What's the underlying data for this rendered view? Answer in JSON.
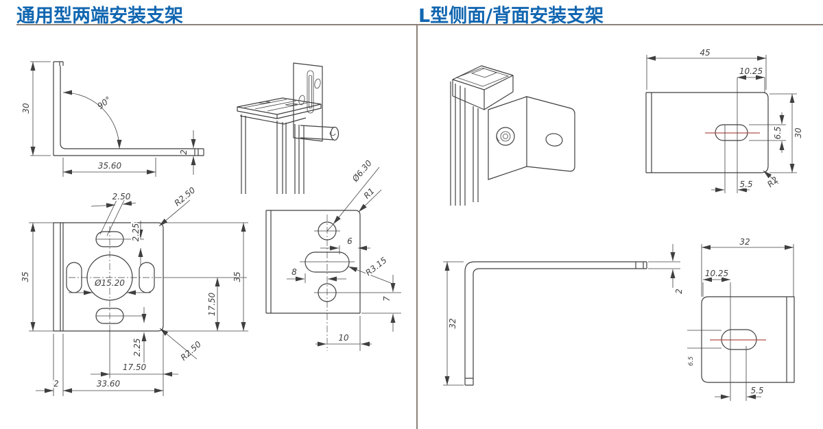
{
  "sections": {
    "left": {
      "title": "通用型两端安装支架"
    },
    "right": {
      "title": "L型侧面/背面安装支架"
    }
  },
  "colors": {
    "title_blue": "#1166b0",
    "divider_gray": "#8a8178",
    "line_dark": "#3f3f3f",
    "centerline_red": "#b4504a"
  },
  "drawings": {
    "end_side_view": {
      "height": "30",
      "angle": "90°",
      "width": "35.60",
      "thickness": "2"
    },
    "end_front_view": {
      "slot_width": "2.50",
      "top_corner_radius": "R2.50",
      "top_offset": "2.25",
      "left_height": "35",
      "center_hole_dia": "Ø15.20",
      "right_height": "35",
      "center_to_bottom": "17.50",
      "bottom_offset": "2.25",
      "bottom_corner_radius": "R2.50",
      "center_to_right": "17.50",
      "width": "33.60",
      "flange_thickness": "2"
    },
    "end_hole_view": {
      "hole_dia": "Ø6.30",
      "corner_radius": "R1",
      "slot_to_edge": "6",
      "slot_length": "8",
      "slot_radius": "R3.15",
      "hole_to_bottom": "7",
      "hole_to_edge": "10"
    },
    "l_top_view": {
      "width": "45",
      "slot_offset": "10.25",
      "height": "30",
      "slot_height": "6.5",
      "corner_radius": "R2",
      "slot_pos": "5.5"
    },
    "l_side_view": {
      "height": "32",
      "thickness": "2"
    },
    "l_back_view": {
      "width": "32",
      "slot_offset": "10.25",
      "slot_height": "6.5",
      "slot_pos": "5.5"
    }
  }
}
